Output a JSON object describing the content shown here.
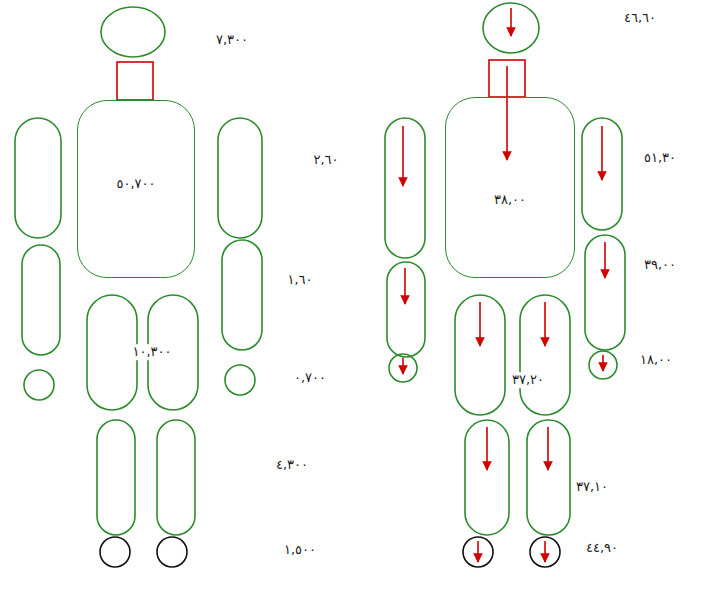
{
  "diagram": {
    "nodes": [
      {
        "text": [
          "٥٠,٧٠٠"
        ]
      },
      {
        "text": [
          "٣٨,٠٠"
        ]
      }
    ],
    "labels": [
      "٧,٣٠٠",
      "٤٦,٦٠",
      "٢,٦٠",
      "٥١,٣٠",
      "١,٦٠",
      "٣٩,٠٠",
      "١٠,٣٠٠",
      "٠,٧٠٠",
      "٣٧,٢٠",
      "١٨,٠٠",
      "٤,٣٠٠",
      "٣٧,١٠",
      "١,٥٠٠",
      "٤٤,٩٠"
    ]
  }
}
